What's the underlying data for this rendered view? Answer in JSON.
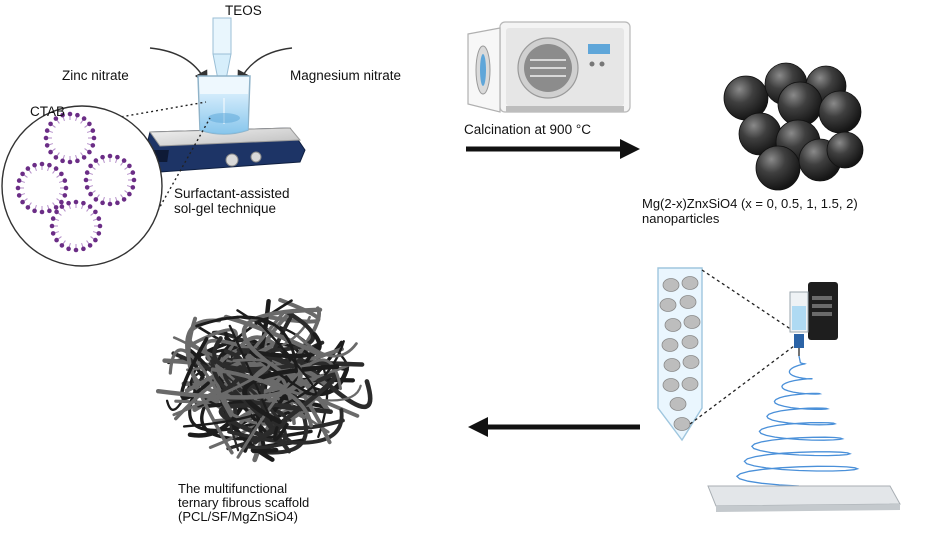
{
  "labels": {
    "teos": "TEOS",
    "zinc": "Zinc nitrate",
    "magnesium": "Magnesium nitrate",
    "ctab": "CTAB",
    "technique": "Surfactant-assisted\nsol-gel technique",
    "calcination": "Calcination at 900 °C",
    "nanoparticles": "Mg(2-x)ZnxSiO4 (x = 0, 0.5, 1, 1.5, 2)\nnanoparticles",
    "scaffold": "The multifunctional\nternary fibrous scaffold\n(PCL/SF/MgZnSiO4)"
  },
  "colors": {
    "arrow": "#111111",
    "liquid": "#9fd3f2",
    "micelle": "#6b2d86",
    "device": "#1f3a6b",
    "sphere": "#3a3a3a",
    "fiber": "#2b2b2b",
    "jet": "#4a90d9"
  },
  "icons": [
    "beaker-on-stirrer-icon",
    "furnace-icon",
    "nanoparticle-cluster-icon",
    "fiber-mat-icon",
    "electrospinning-setup-icon"
  ]
}
